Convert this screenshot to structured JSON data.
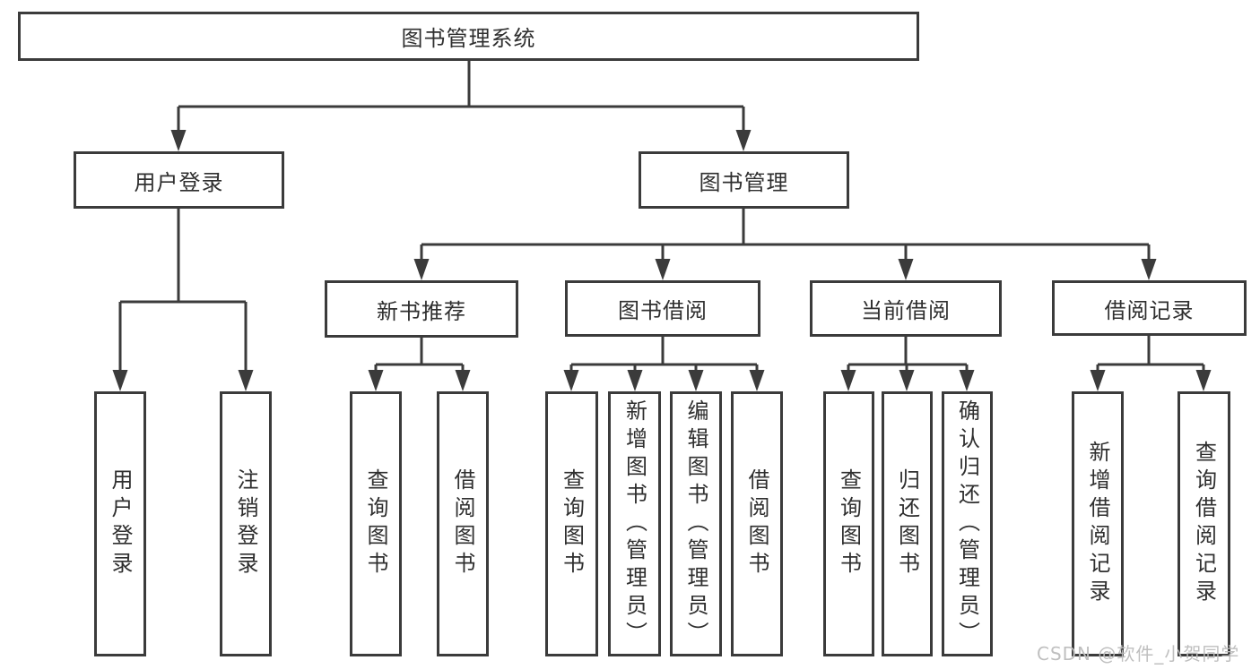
{
  "title": "图书管理系统",
  "level2": [
    {
      "label": "用户登录",
      "children": [
        "用户登录",
        "注销登录"
      ]
    },
    {
      "label": "图书管理"
    }
  ],
  "level3": [
    {
      "label": "新书推荐",
      "children": [
        "查询图书",
        "借阅图书"
      ]
    },
    {
      "label": "图书借阅",
      "children": [
        "查询图书",
        "新增图书（管理员）",
        "编辑图书（管理员）",
        "借阅图书"
      ]
    },
    {
      "label": "当前借阅",
      "children": [
        "查询图书",
        "归还图书",
        "确认归还（管理员）"
      ]
    },
    {
      "label": "借阅记录",
      "children": [
        "新增借阅记录",
        "查询借阅记录"
      ]
    }
  ],
  "watermark": "CSDN @软件_小贺同学"
}
